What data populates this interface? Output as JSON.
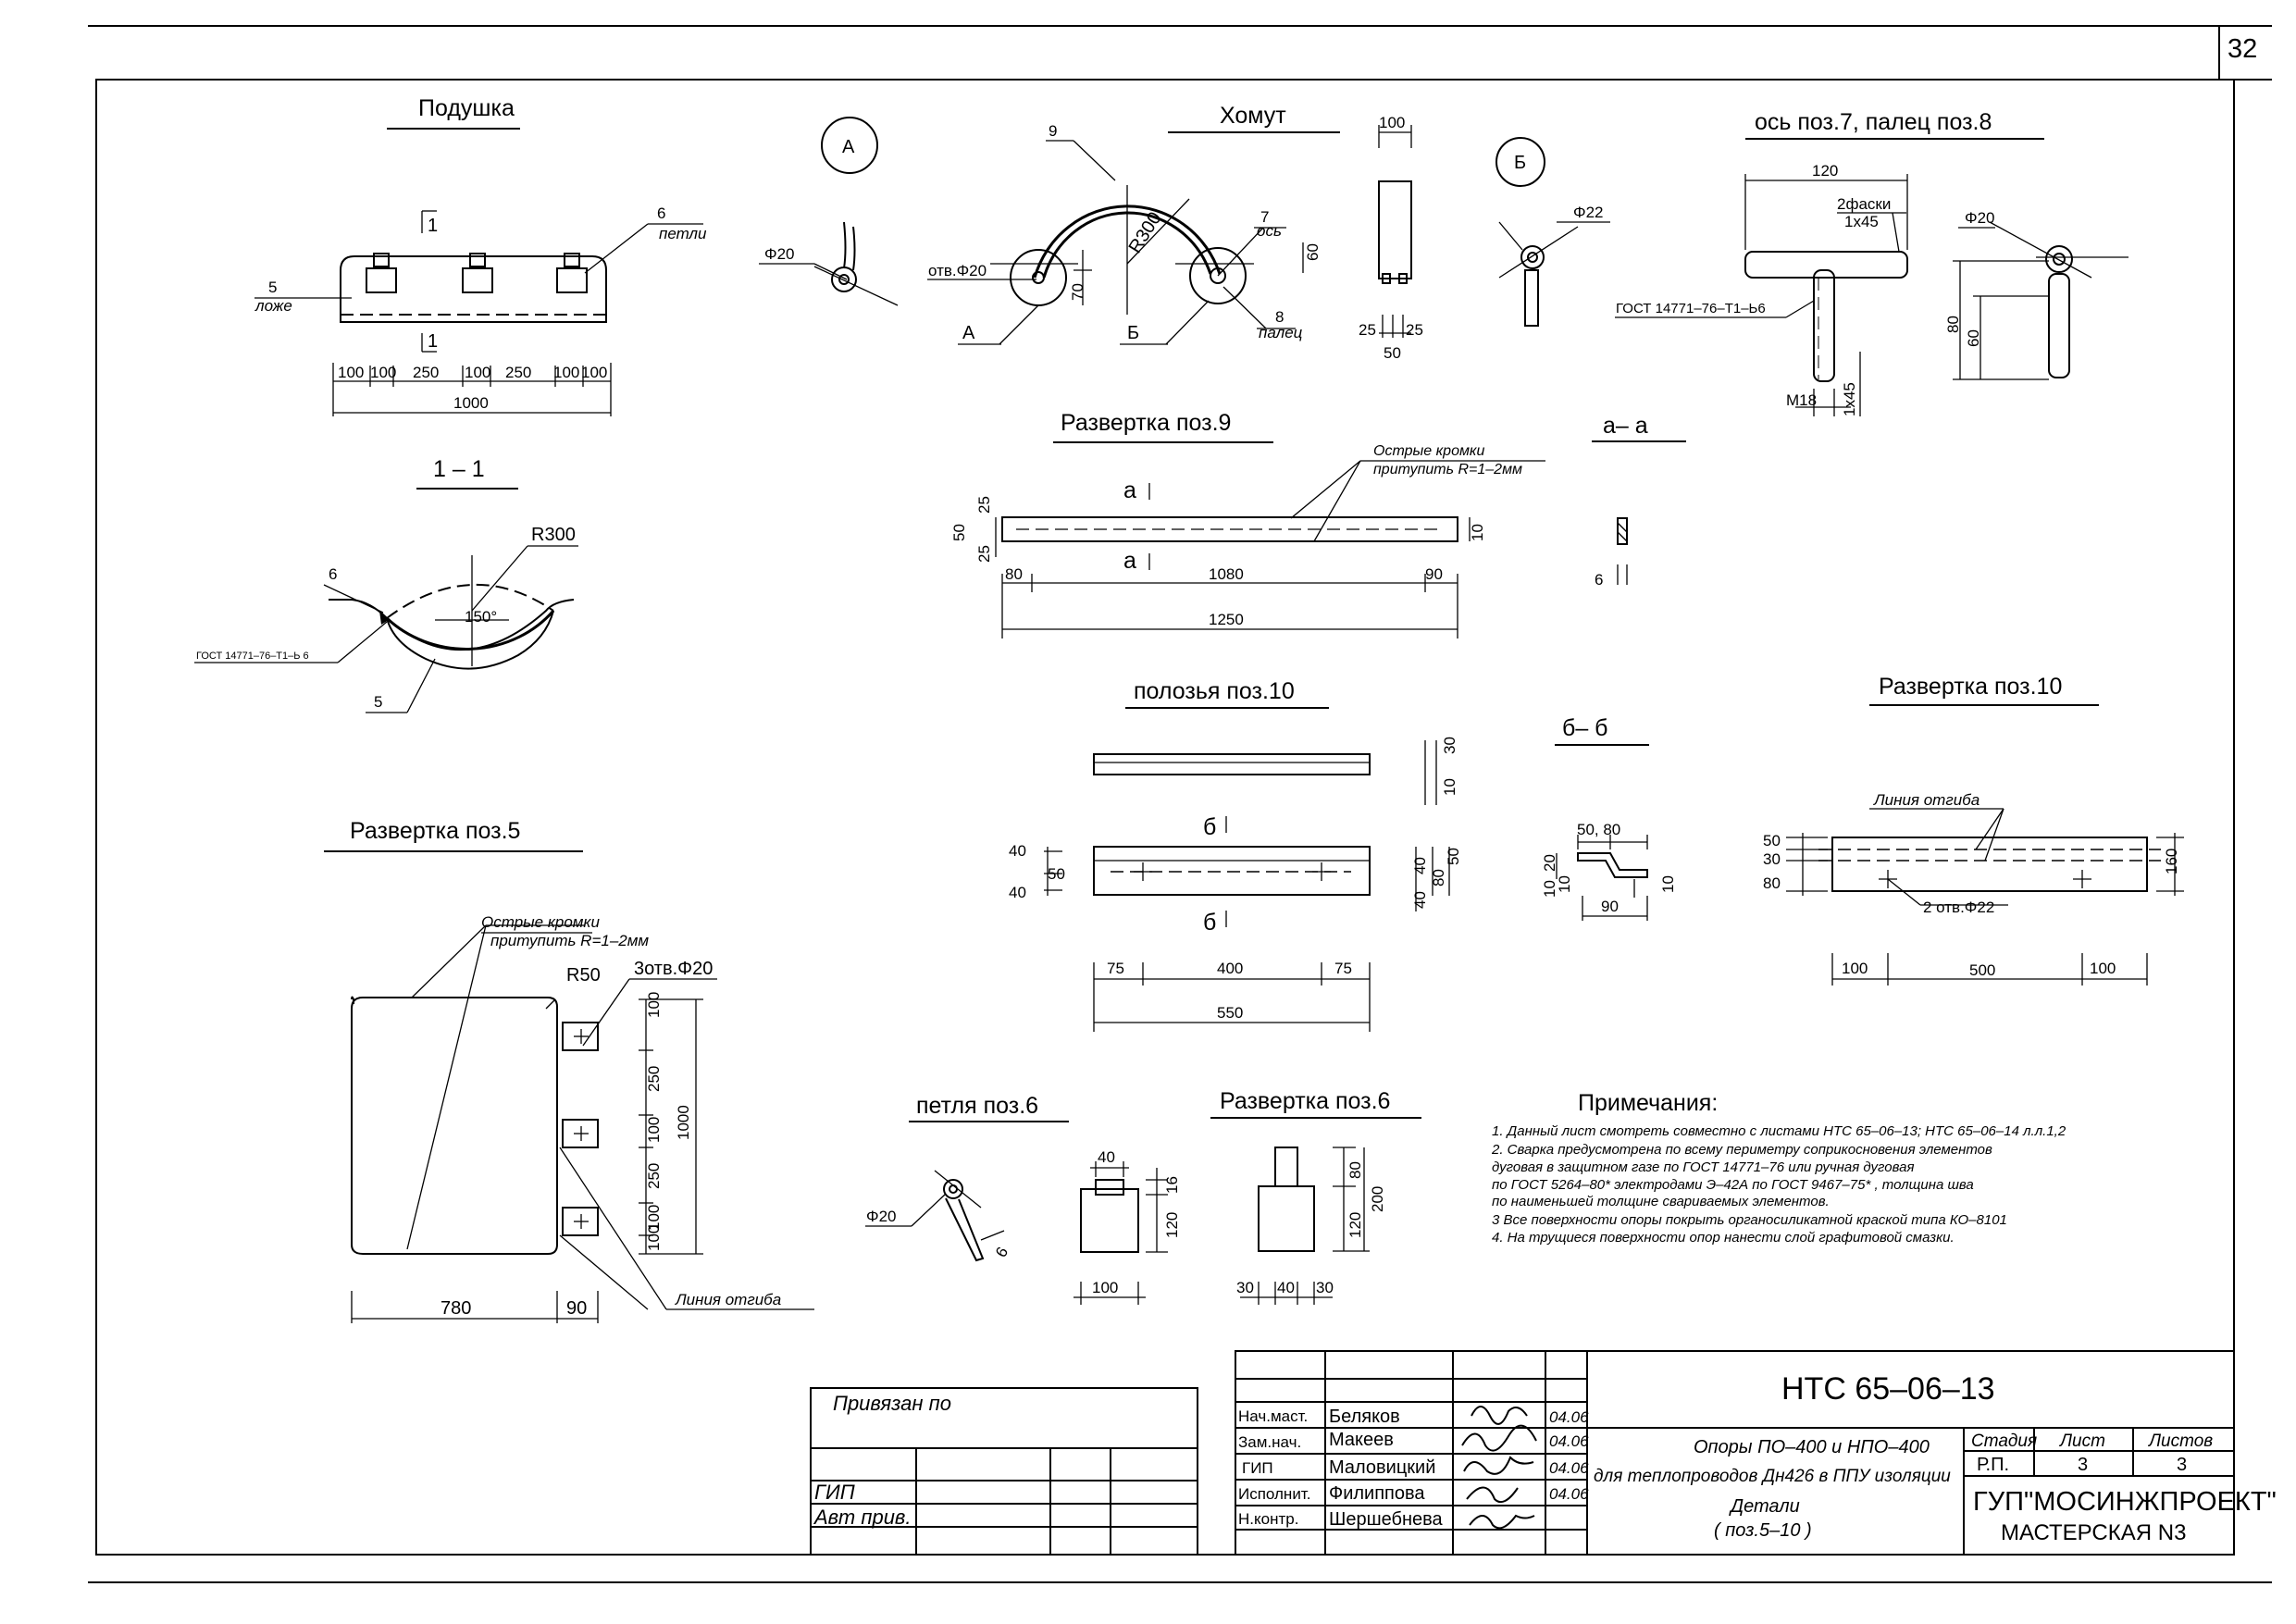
{
  "sheet_number": "32",
  "views": {
    "podushka": {
      "title": "Подушка",
      "leader_6": "6",
      "leader_6_sub": "петли",
      "leader_5": "5",
      "leader_5_sub": "ложе",
      "section_mark_top": "1",
      "section_mark_bottom": "1",
      "dims": [
        "100",
        "100",
        "250",
        "100",
        "250",
        "100",
        "100"
      ],
      "total": "1000"
    },
    "section_1_1": {
      "title": "1 – 1",
      "radius": "R300",
      "angle": "150°",
      "leader_6": "6",
      "leader_5": "5",
      "gost": "ГОСТ 14771–76–Т1–Ь 6"
    },
    "razvertka_poz5": {
      "title": "Развертка поз.5",
      "note_line1": "Острые кромки",
      "note_line2": "притупить R=1–2мм",
      "radius": "R50",
      "holes": "3отв.Φ20",
      "vdims": [
        "100",
        "250",
        "100",
        "250",
        "100",
        "100"
      ],
      "vtotal": "1000",
      "hdim_1": "780",
      "hdim_2": "90",
      "bend_line": "Линия отгиба"
    },
    "node_a": {
      "label": "А",
      "dia": "Φ20"
    },
    "homut": {
      "title": "Хомут",
      "leader_9": "9",
      "radius": "R300",
      "hole": "отв.Φ20",
      "dim_70": "70",
      "dim_60": "60",
      "leader_7": "7",
      "leader_7_sub": "ось",
      "leader_8": "8",
      "leader_8_sub": "палец",
      "label_a": "А",
      "label_b": "Б"
    },
    "homut_side": {
      "dim_top": "100",
      "dim_left": "25",
      "dim_right": "25",
      "dim_total": "50"
    },
    "node_b": {
      "label": "Б",
      "dia": "Φ22"
    },
    "os_palec": {
      "title": "ось поз.7, палец поз.8",
      "dim_120": "120",
      "chamfer_1": "2фаски",
      "chamfer_2": "1х45",
      "gost": "ГОСТ 14771–76–Т1–Ь6",
      "thread": "М18",
      "chamfer_3": "1х45",
      "dia": "Φ20",
      "dim_80": "80",
      "dim_60": "60"
    },
    "razvertka_poz9": {
      "title": "Развертка поз.9",
      "note_line1": "Острые кромки",
      "note_line2": "притупить R=1–2мм",
      "sec_top": "а",
      "sec_bottom": "а",
      "vdim_50": "50",
      "vdim_25a": "25",
      "vdim_25b": "25",
      "hdim_80": "80",
      "hdim_1080": "1080",
      "hdim_90": "90",
      "total": "1250",
      "side_dim": "10"
    },
    "section_a_a": {
      "title": "а– а",
      "dim_6": "6"
    },
    "polozya_poz10": {
      "title": "полозья поз.10",
      "dim_30": "30",
      "dim_10": "10",
      "sec_top": "б",
      "sec_bottom": "б",
      "vdim_40a": "40",
      "vdim_40b": "40",
      "vdim_50": "50",
      "rdim_40a": "40",
      "rdim_40b": "40",
      "rdim_80": "80",
      "rdim_50": "50",
      "hdim_75a": "75",
      "hdim_400": "400",
      "hdim_75b": "75",
      "total": "550"
    },
    "section_b_b": {
      "title": "б– б",
      "dims_top": "50, 80",
      "dim_20": "20",
      "dim_10a": "10",
      "dim_10b": "10",
      "dim_10c": "10",
      "dim_90": "90"
    },
    "razvertka_poz10": {
      "title": "Развертка поз.10",
      "bend_line": "Линия отгиба",
      "vdim_50": "50",
      "vdim_30": "30",
      "vdim_80": "80",
      "right_dim": "160",
      "holes": "2 отв.Φ22",
      "hdim_100a": "100",
      "hdim_500": "500",
      "hdim_100b": "100"
    },
    "petlya_poz6": {
      "title": "петля поз.6",
      "dia": "Φ20",
      "dim_6": "6",
      "dim_40": "40",
      "dim_16": "16",
      "dim_120": "120",
      "dim_100": "100"
    },
    "razvertka_poz6": {
      "title": "Развертка поз.6",
      "dim_80": "80",
      "dim_120": "120",
      "dim_200": "200",
      "hdim_30a": "30",
      "hdim_40": "40",
      "hdim_30b": "30"
    }
  },
  "notes": {
    "title": "Примечания:",
    "items": [
      "1.  Данный лист смотреть совместно с листами НТС 65–06–13;  НТС 65–06–14  л.л.1,2",
      "2.  Сварка предусмотрена по всему периметру соприкосновения элементов",
      "     дуговая в защитном газе по ГОСТ 14771–76  или ручная дуговая",
      "     по ГОСТ 5264–80* электродами Э–42А по ГОСТ 9467–75* , толщина шва",
      "     по наименьшей толщине свариваемых элементов.",
      "3   Все поверхности опоры покрыть органосиликатной краской типа КО–8101",
      "4.  На трущиеся поверхности опор нанести слой графитовой смазки."
    ]
  },
  "binding_block": {
    "title": "Привязан по",
    "gip": "ГИП",
    "avt": "Авт прив."
  },
  "title_block": {
    "doc_code": "НТС 65–06–13",
    "roles": [
      "Нач.маст.",
      "Зам.нач.",
      "ГИП",
      "Исполнит.",
      "Н.контр."
    ],
    "names": [
      "Беляков",
      "Макеев",
      "Маловицкий",
      "Филиппова",
      "Шершебнева"
    ],
    "dates": [
      "04.06",
      "04.06",
      "04.06",
      "04.06",
      ""
    ],
    "desc_1": "Опоры ПО–400 и НПО–400",
    "desc_2": "для теплопроводов Дн426 в ППУ изоляции",
    "desc_3": "Детали",
    "desc_4": "( поз.5–10 )",
    "stage_label": "Стадия",
    "sheet_label": "Лист",
    "sheets_label": "Листов",
    "stage": "Р.П.",
    "sheet": "3",
    "sheets": "3",
    "org_1": "ГУП\"МОСИНЖПРОЕКТ\"",
    "org_2": "МАСТЕРСКАЯ N3"
  }
}
